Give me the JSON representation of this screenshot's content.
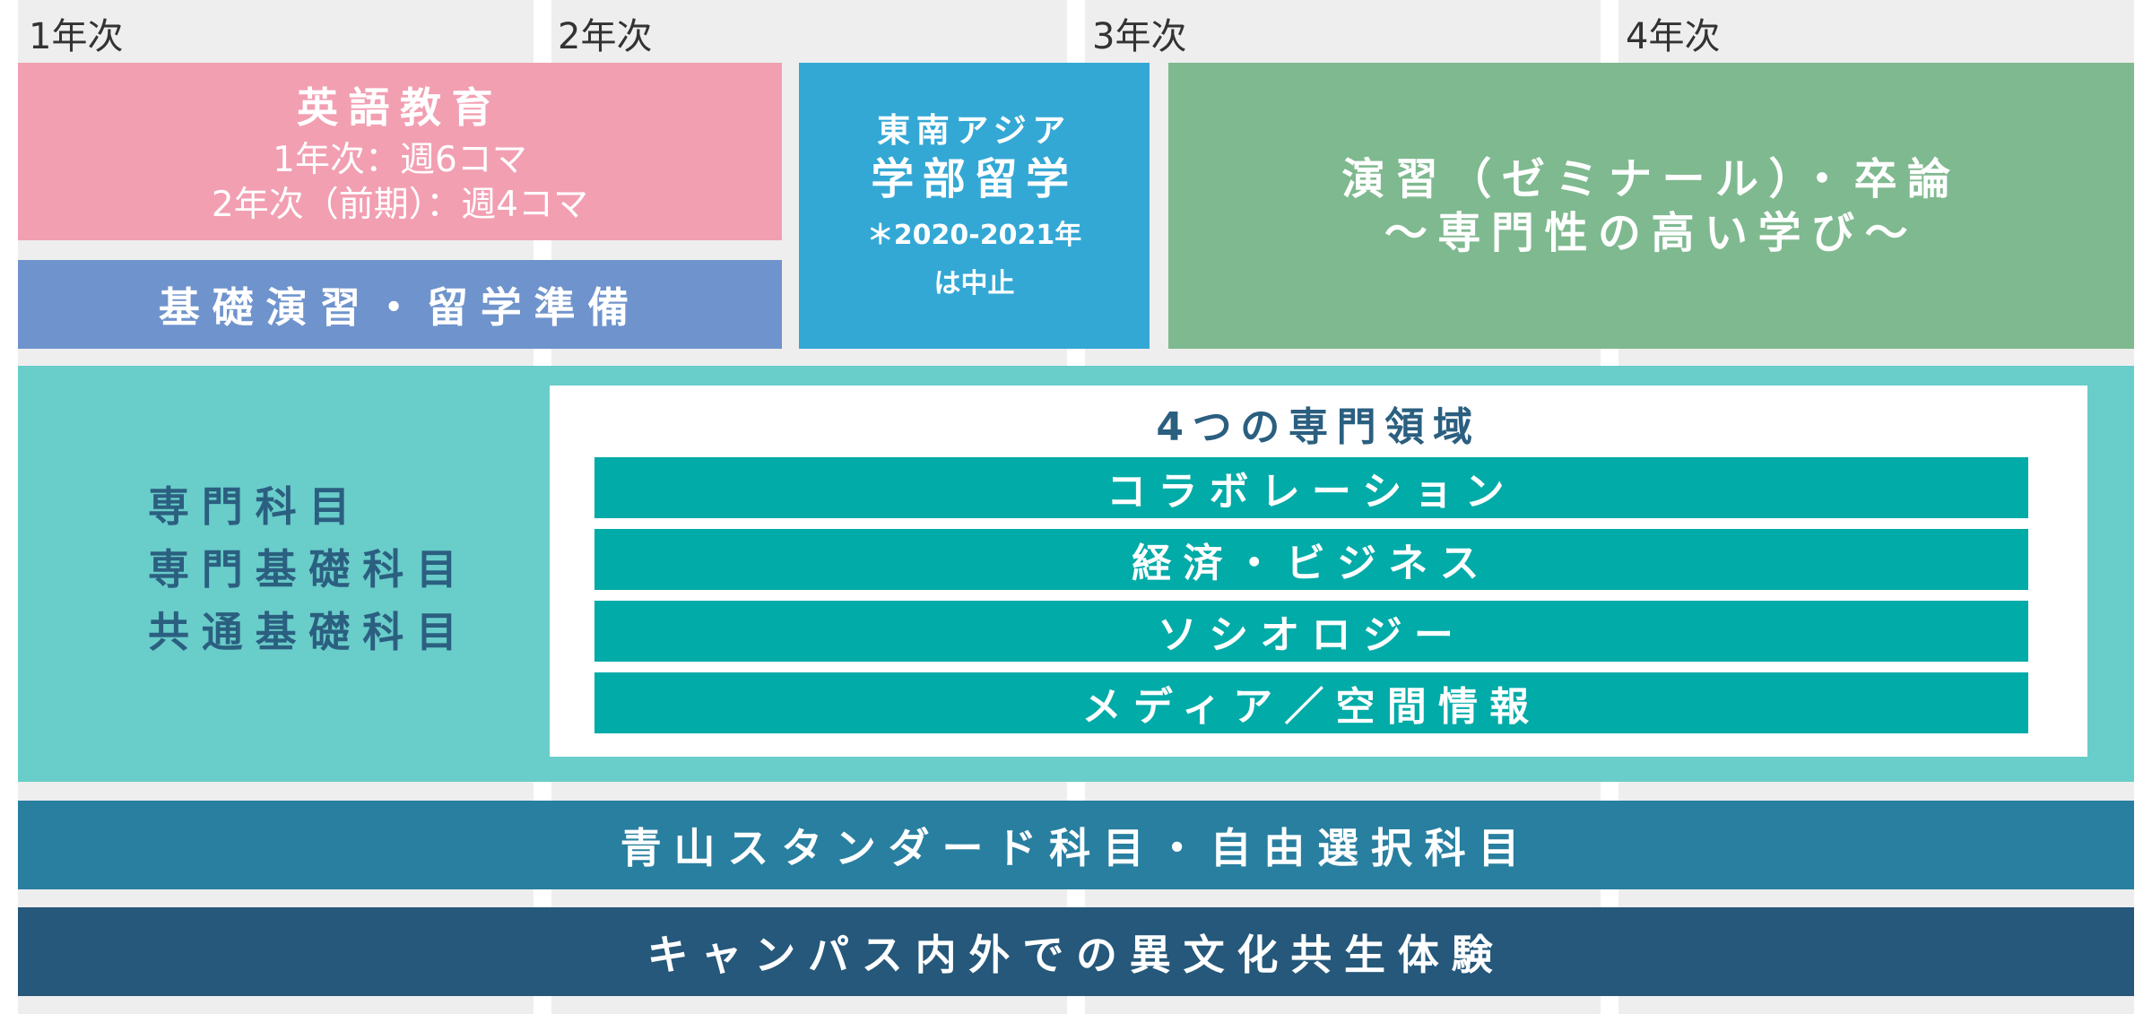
{
  "columns": [
    {
      "label": "1年次"
    },
    {
      "label": "2年次"
    },
    {
      "label": "3年次"
    },
    {
      "label": "4年次"
    }
  ],
  "english": {
    "title": "英語教育",
    "line1": "1年次：週6コマ",
    "line2": "2年次（前期）：週4コマ"
  },
  "basic_seminar": {
    "label": "基礎演習・留学準備"
  },
  "study_abroad": {
    "line1": "東南アジア",
    "line2": "学部留学",
    "note1": "＊2020-2021年",
    "note2": "は中止"
  },
  "seminar": {
    "line1": "演習（ゼミナール）・卒論",
    "line2": "〜専門性の高い学び〜"
  },
  "specialty": {
    "labels": [
      "専門科目",
      "専門基礎科目",
      "共通基礎科目"
    ],
    "domains_title": "4つの専門領域",
    "domains": [
      "コラボレーション",
      "経済・ビジネス",
      "ソシオロジー",
      "メディア／空間情報"
    ]
  },
  "aoyama": {
    "label": "青山スタンダード科目・自由選択科目"
  },
  "campus": {
    "label": "キャンパス内外での異文化共生体験"
  },
  "colors": {
    "column_bg": "#eeeeee",
    "english": "#f29fb2",
    "basic_seminar": "#6f93cc",
    "study_abroad": "#34a8d5",
    "seminar": "#7fb98f",
    "specialty_bg": "#69cdc9",
    "domain": "#00aba8",
    "aoyama": "#287fa0",
    "campus": "#25587a",
    "text_dark": "#2b5f80"
  }
}
